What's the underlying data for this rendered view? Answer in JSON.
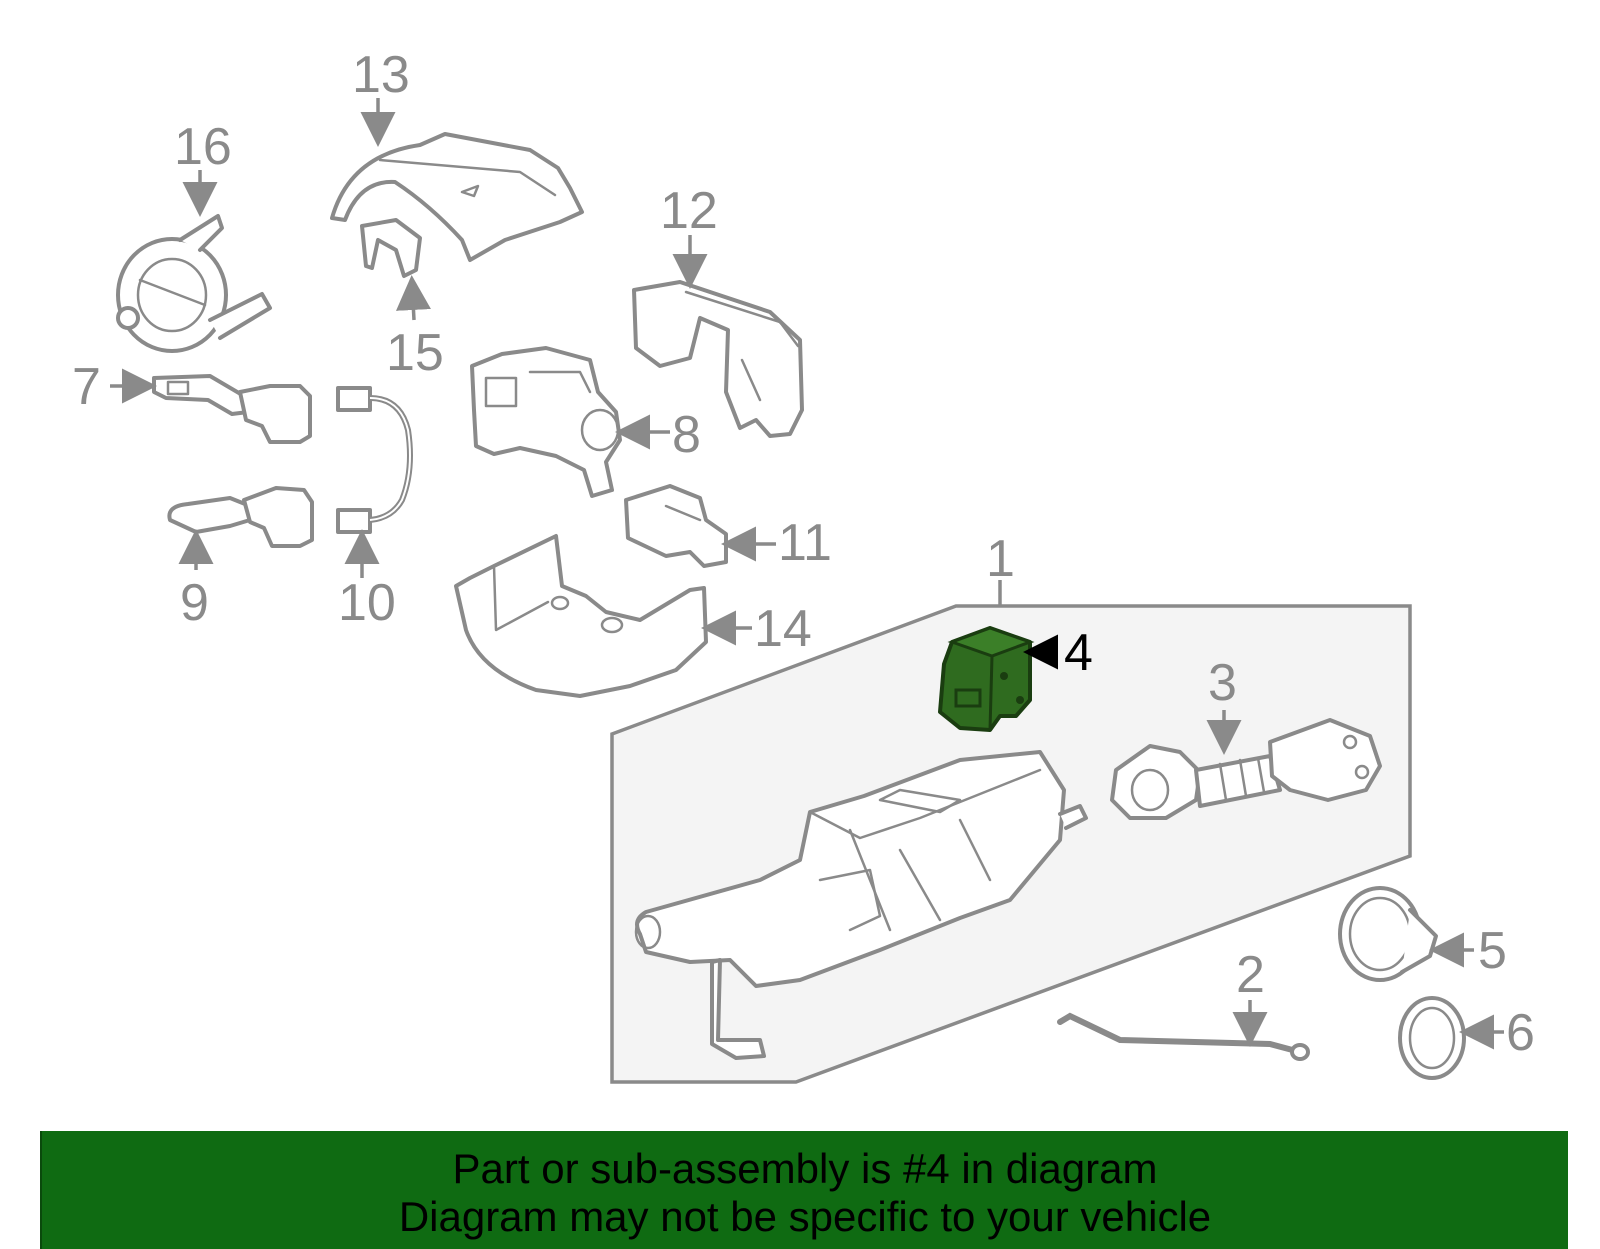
{
  "callouts": {
    "c1": "1",
    "c2": "2",
    "c3": "3",
    "c4": "4",
    "c5": "5",
    "c6": "6",
    "c7": "7",
    "c8": "8",
    "c9": "9",
    "c10": "10",
    "c11": "11",
    "c12": "12",
    "c13": "13",
    "c14": "14",
    "c15": "15",
    "c16": "16"
  },
  "highlighted_part": "4",
  "colors": {
    "highlight": "#2f6b1f",
    "banner": "#0f6b12",
    "line": "#8a8a8a"
  },
  "banner": {
    "line1": "Part or sub-assembly is #4 in diagram",
    "line2": "Diagram may not be specific to your vehicle"
  }
}
